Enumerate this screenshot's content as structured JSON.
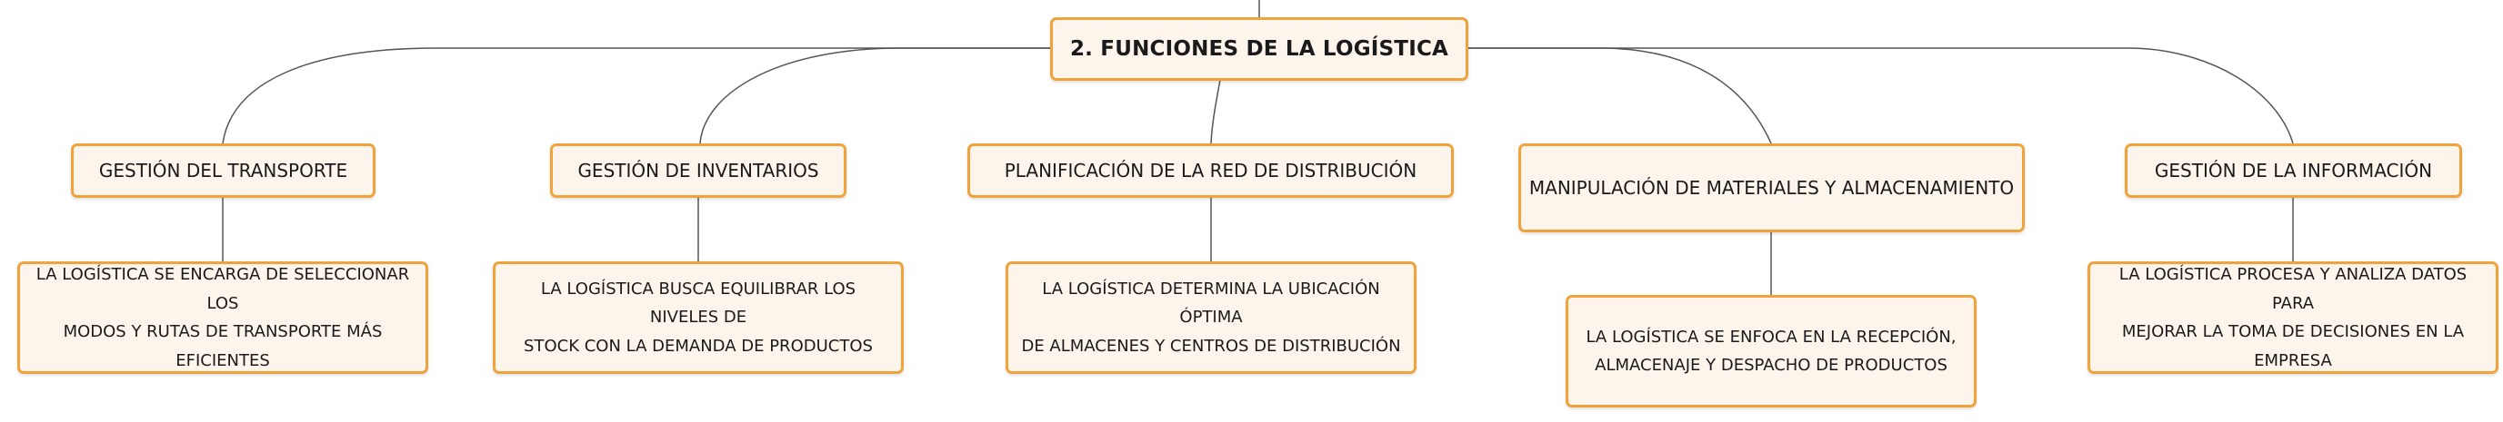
{
  "diagram": {
    "root": {
      "label": "2. FUNCIONES DE LA LOGÍSTICA"
    },
    "branches": [
      {
        "label": "GESTIÓN DEL TRANSPORTE",
        "description": "LA LOGÍSTICA SE ENCARGA DE SELECCIONAR LOS MODOS Y RUTAS DE TRANSPORTE MÁS EFICIENTES",
        "description_lines": [
          "LA LOGÍSTICA SE ENCARGA DE SELECCIONAR LOS",
          "MODOS Y RUTAS DE TRANSPORTE MÁS EFICIENTES"
        ]
      },
      {
        "label": "GESTIÓN DE INVENTARIOS",
        "description": "LA LOGÍSTICA BUSCA EQUILIBRAR LOS NIVELES DE STOCK CON LA DEMANDA DE PRODUCTOS",
        "description_lines": [
          "LA LOGÍSTICA BUSCA EQUILIBRAR LOS NIVELES DE",
          "STOCK CON LA DEMANDA DE PRODUCTOS"
        ]
      },
      {
        "label": "PLANIFICACIÓN DE LA RED DE DISTRIBUCIÓN",
        "description": "LA LOGÍSTICA DETERMINA LA UBICACIÓN ÓPTIMA DE ALMACENES Y CENTROS DE DISTRIBUCIÓN",
        "description_lines": [
          "LA LOGÍSTICA DETERMINA LA UBICACIÓN ÓPTIMA",
          "DE ALMACENES Y CENTROS DE DISTRIBUCIÓN"
        ]
      },
      {
        "label": "MANIPULACIÓN DE MATERIALES Y ALMACENAMIENTO",
        "description": "LA LOGÍSTICA SE ENFOCA EN LA RECEPCIÓN, ALMACENAJE Y DESPACHO DE PRODUCTOS",
        "description_lines": [
          "LA LOGÍSTICA SE ENFOCA EN LA RECEPCIÓN,",
          "ALMACENAJE Y DESPACHO DE PRODUCTOS"
        ]
      },
      {
        "label": "GESTIÓN DE LA INFORMACIÓN",
        "description": "LA LOGÍSTICA PROCESA Y ANALIZA DATOS PARA MEJORAR LA TOMA DE DECISIONES EN LA EMPRESA",
        "description_lines": [
          "LA LOGÍSTICA PROCESA Y ANALIZA DATOS PARA",
          "MEJORAR LA TOMA DE DECISIONES EN LA EMPRESA"
        ]
      }
    ]
  },
  "colors": {
    "node_border": "#f0a23b",
    "node_fill": "#fdf4ec",
    "connector": "#555555",
    "text": "#1a1a1a"
  }
}
